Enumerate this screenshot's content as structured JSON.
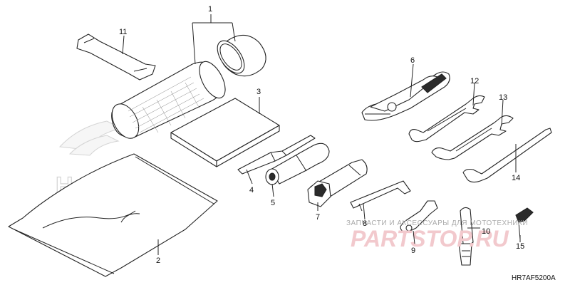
{
  "diagram": {
    "parts": [
      {
        "id": "part-1",
        "number": "1"
      },
      {
        "id": "part-2",
        "number": "2"
      },
      {
        "id": "part-3",
        "number": "3"
      },
      {
        "id": "part-4",
        "number": "4"
      },
      {
        "id": "part-5",
        "number": "5"
      },
      {
        "id": "part-6",
        "number": "6"
      },
      {
        "id": "part-7",
        "number": "7"
      },
      {
        "id": "part-8",
        "number": "8"
      },
      {
        "id": "part-9",
        "number": "9"
      },
      {
        "id": "part-10",
        "number": "10"
      },
      {
        "id": "part-11",
        "number": "11"
      },
      {
        "id": "part-12",
        "number": "12"
      },
      {
        "id": "part-13",
        "number": "13"
      },
      {
        "id": "part-14",
        "number": "14"
      },
      {
        "id": "part-15",
        "number": "15"
      }
    ],
    "diagram_code": "HR7AF5200A"
  },
  "watermark": {
    "brand": "HONDA",
    "tagline": "ЗАПЧАСТИ И АКСЕССУАРЫ ДЛЯ МОТОТЕХНИКИ",
    "logo": "PARTSTOP.RU",
    "colors": {
      "logo": "#f2c9cd",
      "tagline": "#aaaaaa"
    }
  }
}
